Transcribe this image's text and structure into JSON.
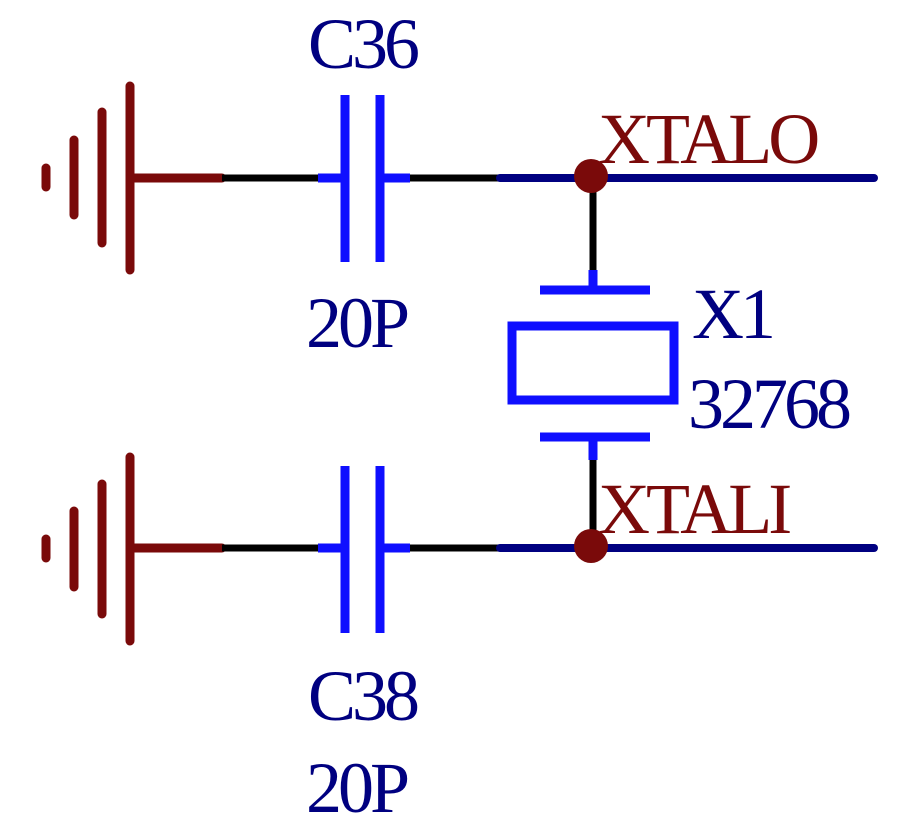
{
  "colors": {
    "ground": "#7a0a0a",
    "component": "#0f0fff",
    "net": "#000080",
    "wire": "#000000",
    "junction": "#7a0a0a",
    "label_component": "#000080",
    "label_net": "#7a0a0a",
    "background": "#ffffff"
  },
  "components": {
    "c36": {
      "designator": "C36",
      "value": "20P"
    },
    "c38": {
      "designator": "C38",
      "value": "20P"
    },
    "x1": {
      "designator": "X1",
      "value": "32768"
    }
  },
  "nets": {
    "top": "XTALO",
    "bottom": "XTALI"
  },
  "icons": {
    "ground": "ground-symbol-icon",
    "capacitor": "capacitor-icon",
    "crystal": "crystal-oscillator-icon",
    "junction": "junction-dot-icon"
  }
}
